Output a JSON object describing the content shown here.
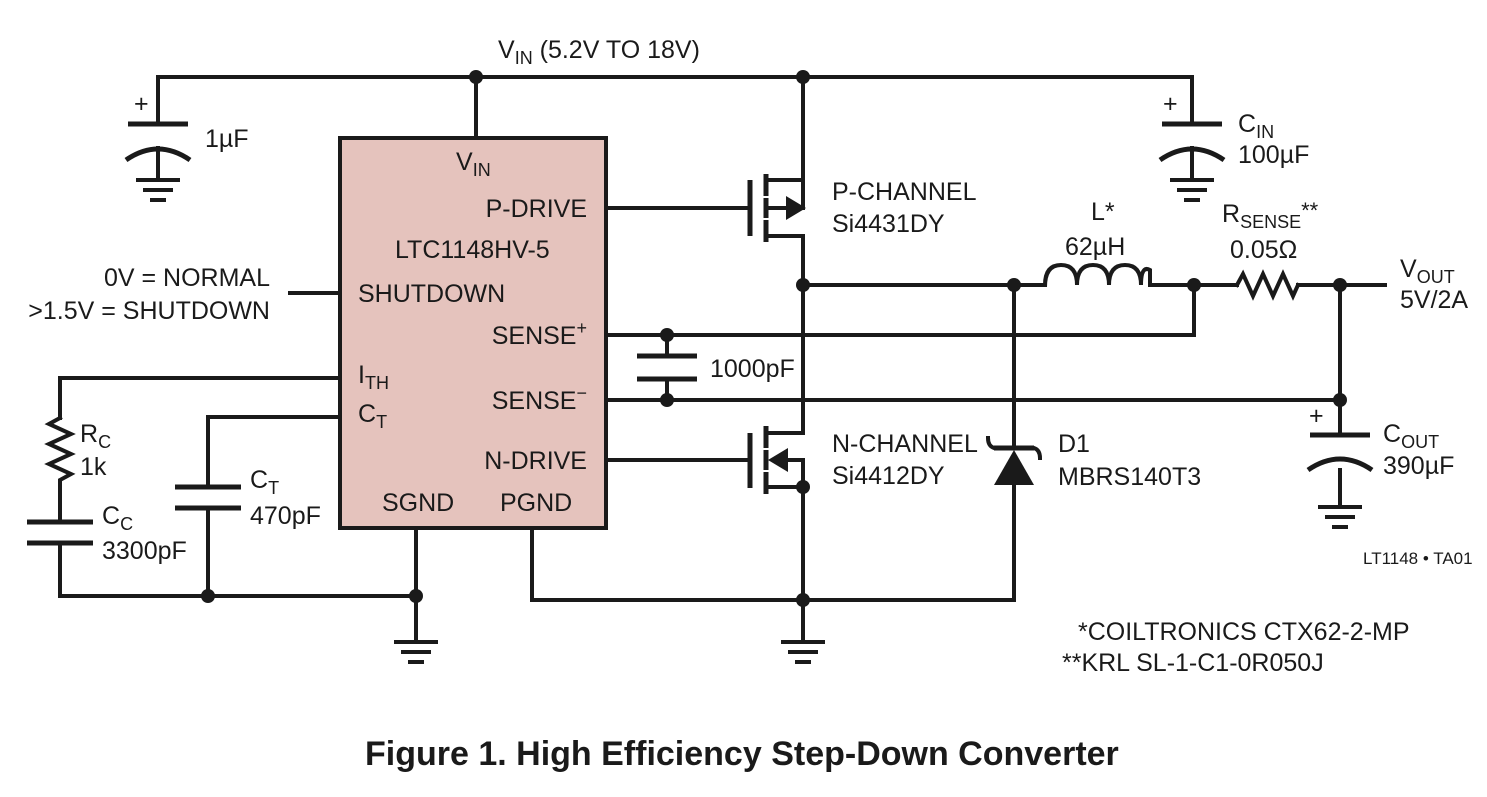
{
  "colors": {
    "ic_fill": "#e5c3bd",
    "ink": "#1a1a1a"
  },
  "supply": {
    "label_main": "V",
    "label_sub": "IN",
    "label_rest": " (5.2V TO 18V)"
  },
  "ic": {
    "name": "LTC1148HV-5",
    "pins": {
      "vin_main": "V",
      "vin_sub": "IN",
      "pdrive": "P-DRIVE",
      "shutdown": "SHUTDOWN",
      "sense_plus_main": "SENSE",
      "sense_plus_sup": "+",
      "sense_minus_main": "SENSE",
      "sense_minus_sup": "−",
      "ith_main": "I",
      "ith_sub": "TH",
      "ct_main": "C",
      "ct_sub": "T",
      "ndrive": "N-DRIVE",
      "sgnd": "SGND",
      "pgnd": "PGND"
    }
  },
  "shutdown_note": {
    "line1": "0V = NORMAL",
    "line2": ">1.5V = SHUTDOWN"
  },
  "components": {
    "c_1uf": {
      "value": "1µF",
      "polarity": "+"
    },
    "cin": {
      "name_main": "C",
      "name_sub": "IN",
      "value": "100µF",
      "polarity": "+"
    },
    "pfet": {
      "type": "P-CHANNEL",
      "part": "Si4431DY"
    },
    "nfet": {
      "type": "N-CHANNEL",
      "part": "Si4412DY"
    },
    "inductor": {
      "name": "L*",
      "value": "62µH"
    },
    "rsense": {
      "name_main": "R",
      "name_sub": "SENSE",
      "name_suffix": "**",
      "value": "0.05Ω"
    },
    "c_sense": {
      "value": "1000pF"
    },
    "diode": {
      "name": "D1",
      "part": "MBRS140T3"
    },
    "cout": {
      "name_main": "C",
      "name_sub": "OUT",
      "value": "390µF",
      "polarity": "+"
    },
    "rc": {
      "name_main": "R",
      "name_sub": "C",
      "value": "1k"
    },
    "cc": {
      "name_main": "C",
      "name_sub": "C",
      "value": "3300pF"
    },
    "ct": {
      "name_main": "C",
      "name_sub": "T",
      "value": "470pF"
    }
  },
  "output": {
    "label_main": "V",
    "label_sub": "OUT",
    "value": "5V/2A"
  },
  "figure_id": "LT1148 • TA01",
  "notes": {
    "line1": "*COILTRONICS CTX62-2-MP",
    "line2": "**KRL SL-1-C1-0R050J"
  },
  "caption": "Figure 1. High Efficiency Step-Down Converter"
}
